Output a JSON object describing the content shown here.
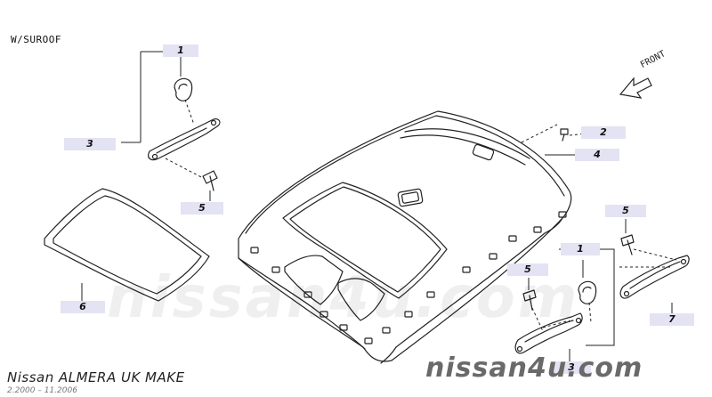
{
  "header": {
    "variant_note": "W/SUROOF"
  },
  "direction": {
    "label": "FRONT"
  },
  "callouts": [
    {
      "id": "c1-top",
      "label": "1"
    },
    {
      "id": "c2",
      "label": "2"
    },
    {
      "id": "c3-left",
      "label": "3"
    },
    {
      "id": "c4",
      "label": "4"
    },
    {
      "id": "c5-left",
      "label": "5"
    },
    {
      "id": "c5-right-top",
      "label": "5"
    },
    {
      "id": "c1-right",
      "label": "1"
    },
    {
      "id": "c5-right-mid",
      "label": "5"
    },
    {
      "id": "c6",
      "label": "6"
    },
    {
      "id": "c7",
      "label": "7"
    },
    {
      "id": "c3-right",
      "label": "3"
    }
  ],
  "footer": {
    "model": "Nissan ALMERA UK MAKE",
    "dates": "2.2000 – 11.2006"
  },
  "watermark": {
    "brand": "nissan4u.com",
    "center_text": "nissan4u.com"
  },
  "colors": {
    "callout_bg": "#e3e3f4",
    "line": "#222222",
    "watermark": "#6a6a6a"
  }
}
